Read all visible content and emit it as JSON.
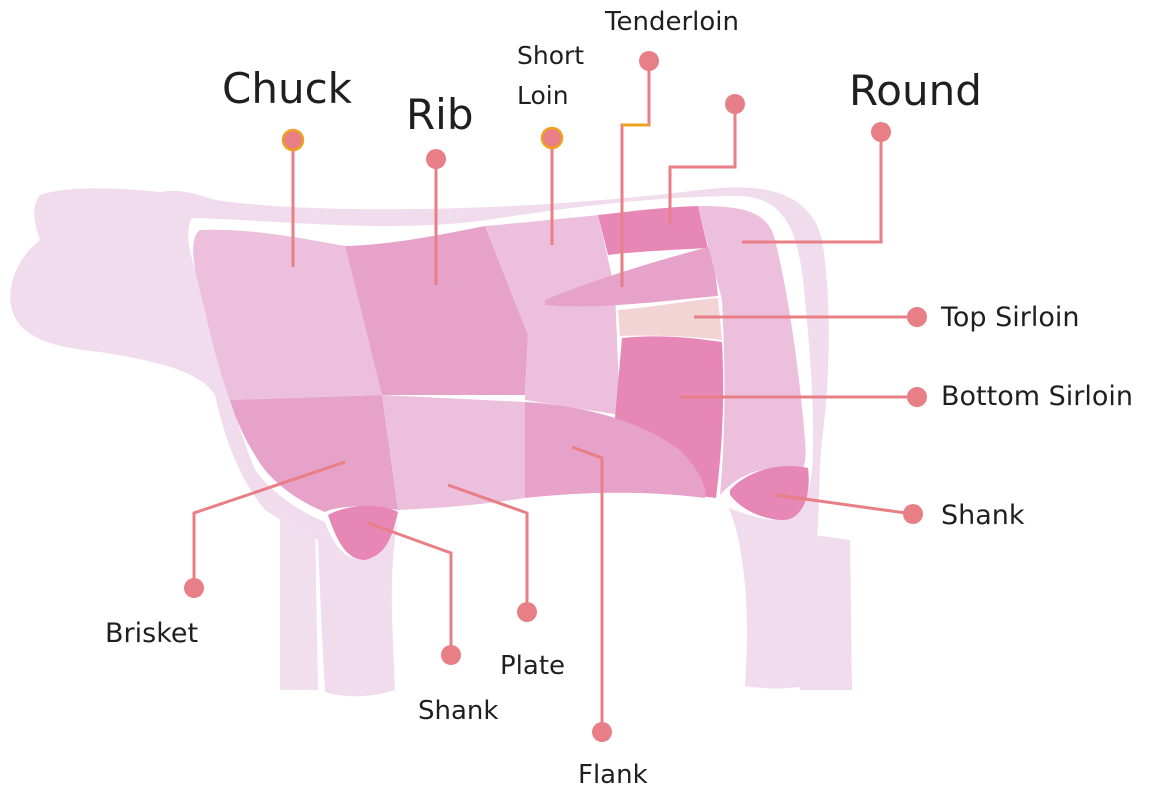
{
  "labels": {
    "chuck": "Chuck",
    "rib": "Rib",
    "short_loin_line1": "Short",
    "short_loin_line2": "Loin",
    "tenderloin": "Tenderloin",
    "round": "Round",
    "top_sirloin": "Top Sirloin",
    "bottom_sirloin": "Bottom Sirloin",
    "shank_hind": "Shank",
    "brisket": "Brisket",
    "shank_fore": "Shank",
    "plate": "Plate",
    "flank": "Flank"
  },
  "colors": {
    "silhouette": "#f0dcec",
    "outline": "#ffffff",
    "cut_light": "#ecc0dc",
    "cut_medium": "#e6a2c8",
    "cut_dark": "#e687b5",
    "cut_peach": "#f2d4d4",
    "leader_line": "#e87f86",
    "dot": "#e87f86",
    "dot_accent_ring": "#f0a020"
  },
  "icons": [
    "cow-silhouette-icon"
  ]
}
